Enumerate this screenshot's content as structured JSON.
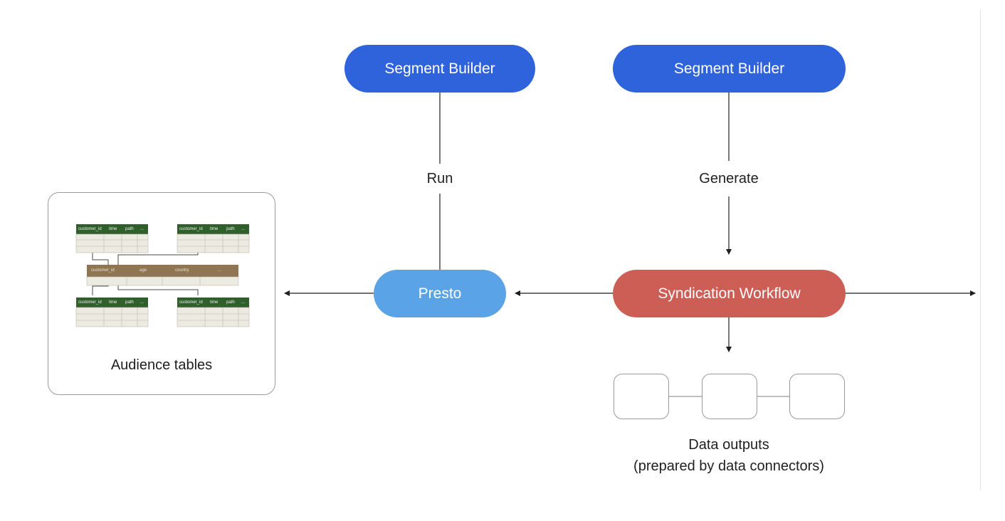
{
  "nodes": {
    "segment_builder_left": "Segment Builder",
    "segment_builder_right": "Segment Builder",
    "presto": "Presto",
    "syndication": "Syndication Workflow"
  },
  "edges": {
    "run": "Run",
    "generate": "Generate"
  },
  "audience": {
    "caption": "Audience tables",
    "small_table_headers": [
      "customer_id",
      "time",
      "path",
      "..."
    ],
    "join_table_headers": [
      "customer_id",
      "age",
      "country",
      "..."
    ]
  },
  "outputs": {
    "caption_line1": "Data outputs",
    "caption_line2": "(prepared by data connectors)"
  },
  "colors": {
    "segment_builder": "#2f63dc",
    "presto": "#5aa3e6",
    "syndication": "#cd5e55",
    "table_header_green": "#2f5f2a",
    "join_table_brown": "#8f7552",
    "table_body": "#ecebe1"
  }
}
